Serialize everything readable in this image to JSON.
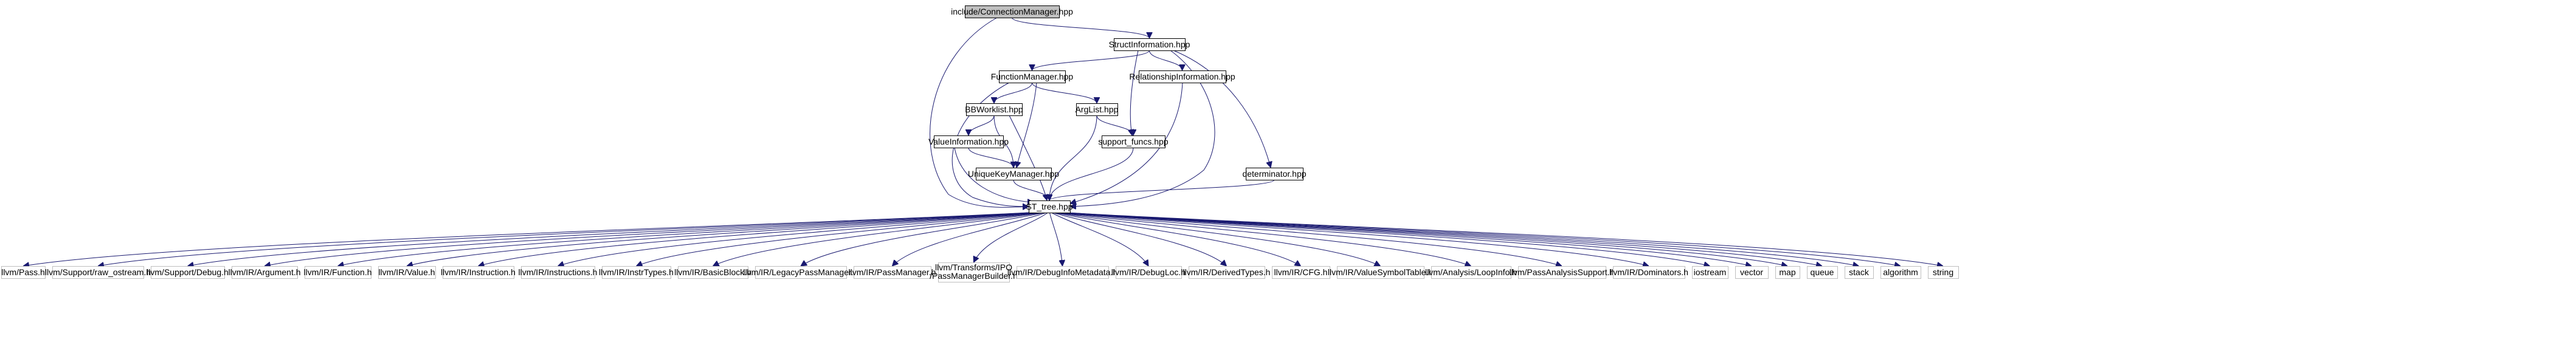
{
  "diagram": {
    "title": "include/ConnectionManager.hpp",
    "colors": {
      "edge": "#191970",
      "root_fill": "#bfbfbf",
      "node_fill": "#ffffff",
      "external_border": "#bfbfbf"
    },
    "nodes": [
      {
        "id": "connmgr",
        "label": "include/ConnectionManager.hpp",
        "kind": "root"
      },
      {
        "id": "structinfo",
        "label": "StructInformation.hpp",
        "kind": "file"
      },
      {
        "id": "funcmgr",
        "label": "FunctionManager.hpp",
        "kind": "file"
      },
      {
        "id": "relinfo",
        "label": "RelationshipInformation.hpp",
        "kind": "file"
      },
      {
        "id": "bbworklist",
        "label": "BBWorklist.hpp",
        "kind": "file"
      },
      {
        "id": "arglist",
        "label": "ArgList.hpp",
        "kind": "file"
      },
      {
        "id": "valueinfo",
        "label": "ValueInformation.hpp",
        "kind": "file"
      },
      {
        "id": "supportfuncs",
        "label": "support_funcs.hpp",
        "kind": "file"
      },
      {
        "id": "uniquekey",
        "label": "UniqueKeyManager.hpp",
        "kind": "file"
      },
      {
        "id": "determinator",
        "label": "determinator.hpp",
        "kind": "file"
      },
      {
        "id": "sttree",
        "label": "ST_tree.hpp",
        "kind": "file"
      },
      {
        "id": "e0",
        "label": "llvm/Pass.h",
        "kind": "external"
      },
      {
        "id": "e1",
        "label": "llvm/Support/raw_ostream.h",
        "kind": "external"
      },
      {
        "id": "e2",
        "label": "llvm/Support/Debug.h",
        "kind": "external"
      },
      {
        "id": "e3",
        "label": "llvm/IR/Argument.h",
        "kind": "external"
      },
      {
        "id": "e4",
        "label": "llvm/IR/Function.h",
        "kind": "external"
      },
      {
        "id": "e5",
        "label": "llvm/IR/Value.h",
        "kind": "external"
      },
      {
        "id": "e6",
        "label": "llvm/IR/Instruction.h",
        "kind": "external"
      },
      {
        "id": "e7",
        "label": "llvm/IR/Instructions.h",
        "kind": "external"
      },
      {
        "id": "e8",
        "label": "llvm/IR/InstrTypes.h",
        "kind": "external"
      },
      {
        "id": "e9",
        "label": "llvm/IR/BasicBlock.h",
        "kind": "external"
      },
      {
        "id": "e10",
        "label": "llvm/IR/LegacyPassManager.h",
        "kind": "external"
      },
      {
        "id": "e11",
        "label": "llvm/IR/PassManager.h",
        "kind": "external"
      },
      {
        "id": "e12",
        "label": "llvm/Transforms/IPO",
        "label2": "/PassManagerBuilder.h",
        "kind": "external"
      },
      {
        "id": "e13",
        "label": "llvm/IR/DebugInfoMetadata.h",
        "kind": "external"
      },
      {
        "id": "e14",
        "label": "llvm/IR/DebugLoc.h",
        "kind": "external"
      },
      {
        "id": "e15",
        "label": "llvm/IR/DerivedTypes.h",
        "kind": "external"
      },
      {
        "id": "e16",
        "label": "llvm/IR/CFG.h",
        "kind": "external"
      },
      {
        "id": "e17",
        "label": "llvm/IR/ValueSymbolTable.h",
        "kind": "external"
      },
      {
        "id": "e18",
        "label": "llvm/Analysis/LoopInfo.h",
        "kind": "external"
      },
      {
        "id": "e19",
        "label": "llvm/PassAnalysisSupport.h",
        "kind": "external"
      },
      {
        "id": "e20",
        "label": "llvm/IR/Dominators.h",
        "kind": "external"
      },
      {
        "id": "e21",
        "label": "iostream",
        "kind": "external"
      },
      {
        "id": "e22",
        "label": "vector",
        "kind": "external"
      },
      {
        "id": "e23",
        "label": "map",
        "kind": "external"
      },
      {
        "id": "e24",
        "label": "queue",
        "kind": "external"
      },
      {
        "id": "e25",
        "label": "stack",
        "kind": "external"
      },
      {
        "id": "e26",
        "label": "algorithm",
        "kind": "external"
      },
      {
        "id": "e27",
        "label": "string",
        "kind": "external"
      }
    ],
    "edges": [
      [
        "connmgr",
        "structinfo"
      ],
      [
        "connmgr",
        "sttree"
      ],
      [
        "structinfo",
        "funcmgr"
      ],
      [
        "structinfo",
        "relinfo"
      ],
      [
        "structinfo",
        "supportfuncs"
      ],
      [
        "structinfo",
        "determinator"
      ],
      [
        "structinfo",
        "sttree"
      ],
      [
        "funcmgr",
        "bbworklist"
      ],
      [
        "funcmgr",
        "arglist"
      ],
      [
        "funcmgr",
        "uniquekey"
      ],
      [
        "funcmgr",
        "sttree"
      ],
      [
        "relinfo",
        "sttree"
      ],
      [
        "bbworklist",
        "valueinfo"
      ],
      [
        "bbworklist",
        "uniquekey"
      ],
      [
        "bbworklist",
        "sttree"
      ],
      [
        "arglist",
        "supportfuncs"
      ],
      [
        "arglist",
        "sttree"
      ],
      [
        "valueinfo",
        "uniquekey"
      ],
      [
        "valueinfo",
        "sttree"
      ],
      [
        "supportfuncs",
        "sttree"
      ],
      [
        "uniquekey",
        "sttree"
      ],
      [
        "determinator",
        "sttree"
      ],
      [
        "sttree",
        "e0"
      ],
      [
        "sttree",
        "e1"
      ],
      [
        "sttree",
        "e2"
      ],
      [
        "sttree",
        "e3"
      ],
      [
        "sttree",
        "e4"
      ],
      [
        "sttree",
        "e5"
      ],
      [
        "sttree",
        "e6"
      ],
      [
        "sttree",
        "e7"
      ],
      [
        "sttree",
        "e8"
      ],
      [
        "sttree",
        "e9"
      ],
      [
        "sttree",
        "e10"
      ],
      [
        "sttree",
        "e11"
      ],
      [
        "sttree",
        "e12"
      ],
      [
        "sttree",
        "e13"
      ],
      [
        "sttree",
        "e14"
      ],
      [
        "sttree",
        "e15"
      ],
      [
        "sttree",
        "e16"
      ],
      [
        "sttree",
        "e17"
      ],
      [
        "sttree",
        "e18"
      ],
      [
        "sttree",
        "e19"
      ],
      [
        "sttree",
        "e20"
      ],
      [
        "sttree",
        "e21"
      ],
      [
        "sttree",
        "e22"
      ],
      [
        "sttree",
        "e23"
      ],
      [
        "sttree",
        "e24"
      ],
      [
        "sttree",
        "e25"
      ],
      [
        "sttree",
        "e26"
      ],
      [
        "sttree",
        "e27"
      ]
    ]
  }
}
